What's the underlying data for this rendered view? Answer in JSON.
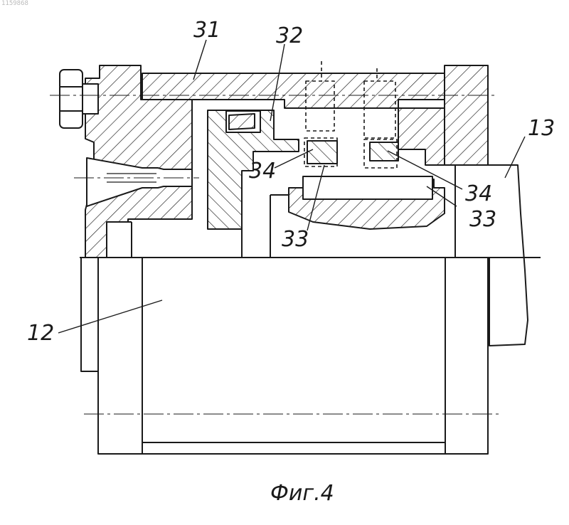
{
  "corner_id": "1159868",
  "labels": {
    "l31": "31",
    "l32": "32",
    "l13": "13",
    "l34a": "34",
    "l34b": "34",
    "l33a": "33",
    "l33b": "33",
    "l12": "12"
  },
  "caption": "Фиг.4",
  "colors": {
    "ink": "#1a1a1a",
    "paper": "#ffffff"
  }
}
